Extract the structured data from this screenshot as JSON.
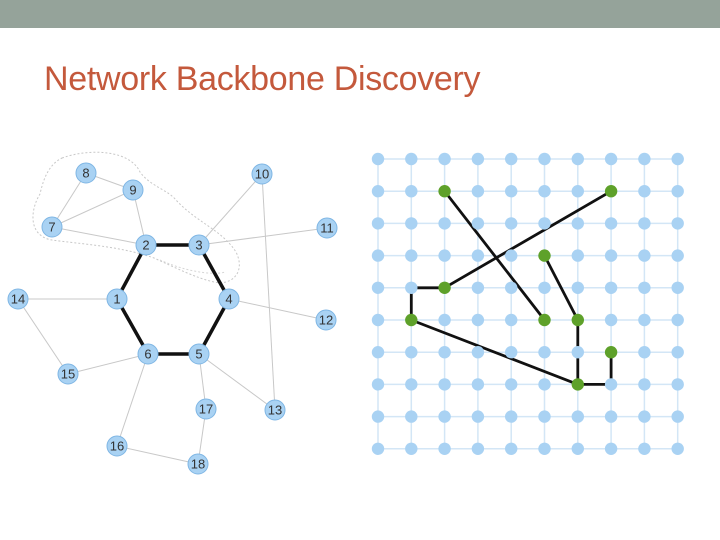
{
  "slide": {
    "title": "Network Backbone Discovery"
  },
  "colors": {
    "header_bar": "#95a39a",
    "title": "#c4593c",
    "node_fill": "#a9d2f3",
    "node_stroke": "#7fb6e4",
    "grid_node": "#a9d2f3",
    "grid_edge": "#d3e6f6",
    "highlight_node": "#5ea12a",
    "backbone_edge": "#111111",
    "thin_edge": "#c8c8c8"
  },
  "graph": {
    "nodes": [
      {
        "id": "1"
      },
      {
        "id": "2"
      },
      {
        "id": "3"
      },
      {
        "id": "4"
      },
      {
        "id": "5"
      },
      {
        "id": "6"
      },
      {
        "id": "7"
      },
      {
        "id": "8"
      },
      {
        "id": "9"
      },
      {
        "id": "10"
      },
      {
        "id": "11"
      },
      {
        "id": "12"
      },
      {
        "id": "13"
      },
      {
        "id": "14"
      },
      {
        "id": "15"
      },
      {
        "id": "16"
      },
      {
        "id": "17"
      },
      {
        "id": "18"
      }
    ],
    "backbone_edges": [
      [
        "1",
        "2"
      ],
      [
        "2",
        "3"
      ],
      [
        "3",
        "4"
      ],
      [
        "4",
        "5"
      ],
      [
        "5",
        "6"
      ],
      [
        "6",
        "1"
      ]
    ],
    "thin_edges": [
      [
        "8",
        "9"
      ],
      [
        "8",
        "7"
      ],
      [
        "9",
        "7"
      ],
      [
        "9",
        "2"
      ],
      [
        "7",
        "2"
      ],
      [
        "3",
        "10"
      ],
      [
        "10",
        "13"
      ],
      [
        "3",
        "11"
      ],
      [
        "4",
        "12"
      ],
      [
        "1",
        "14"
      ],
      [
        "14",
        "15"
      ],
      [
        "15",
        "6"
      ],
      [
        "6",
        "16"
      ],
      [
        "16",
        "18"
      ],
      [
        "18",
        "17"
      ],
      [
        "17",
        "5"
      ],
      [
        "5",
        "13"
      ]
    ]
  },
  "grid": {
    "cols": 10,
    "rows": 10,
    "highlighted_cells": [
      [
        2,
        1
      ],
      [
        7,
        1
      ],
      [
        5,
        3
      ],
      [
        2,
        4
      ],
      [
        1,
        5
      ],
      [
        5,
        5
      ],
      [
        6,
        5
      ],
      [
        7,
        6
      ],
      [
        6,
        7
      ]
    ],
    "backbone_edges": [
      [
        [
          2,
          1
        ],
        [
          5,
          5
        ]
      ],
      [
        [
          7,
          1
        ],
        [
          2,
          4
        ]
      ],
      [
        [
          2,
          4
        ],
        [
          1,
          4
        ]
      ],
      [
        [
          1,
          4
        ],
        [
          1,
          5
        ]
      ],
      [
        [
          1,
          5
        ],
        [
          6,
          7
        ]
      ],
      [
        [
          5,
          3
        ],
        [
          6,
          5
        ]
      ],
      [
        [
          6,
          5
        ],
        [
          6,
          7
        ]
      ],
      [
        [
          6,
          7
        ],
        [
          7,
          7
        ]
      ],
      [
        [
          7,
          7
        ],
        [
          7,
          6
        ]
      ]
    ]
  }
}
